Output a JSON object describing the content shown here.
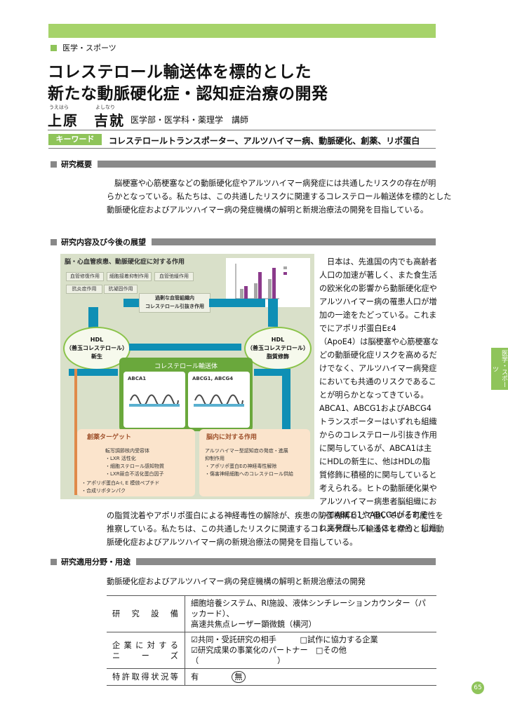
{
  "category": "医学・スポーツ",
  "title": {
    "line1": "コレステロール輸送体を標的とした",
    "line2": "新たな動脈硬化症・認知症治療の開発"
  },
  "author": {
    "ruby_family": "うえはら",
    "ruby_given": "よしなり",
    "name": "上原　吉就",
    "affiliation": "医学部・医学科・薬理学　講師"
  },
  "keyword": {
    "label": "キーワード",
    "text": "コレステロールトランスポーター、アルツハイマー病、動脈硬化、創薬、リポ蛋白"
  },
  "sections": {
    "overview": {
      "heading": "研究概要",
      "lines": [
        "脳梗塞や心筋梗塞などの動脈硬化症やアルツハイマー病発症には共通したリスクの存在が明",
        "らかとなっている。私たちは、この共通したリスクに関連するコレステロール輸送体を標的とした",
        "動脈硬化症およびアルツハイマー病の発症機構の解明と新規治療法の開発を目指している。"
      ]
    },
    "details": {
      "heading": "研究内容及び今後の展望",
      "side_lines": [
        "日本は、先進国の内でも高齢者",
        "人口の加速が著しく、また食生活",
        "の欧米化の影響から動脈硬化症や",
        "アルツハイマー病の罹患人口が増",
        "加の一途をたどっている。これま",
        "でにアポリポ蛋白Eε4",
        "（ApoE4）は脳梗塞や心筋梗塞な",
        "どの動脈硬化症リスクを高めるだ",
        "けでなく、アルツハイマー病発症",
        "においても共通のリスクであるこ",
        "とが明らかとなってきている。",
        "ABCA1、ABCG1およびABCG4",
        "トランスポーターはいずれも組織",
        "からのコレステロール引抜き作用",
        "に関与しているが、ABCA1は主",
        "にHDLの新生に、他はHDLの脂",
        "質修飾に積極的に関与していると",
        "考えられる。ヒトの動脈硬化巣や",
        "アルツハイマー病患者脳組織にお",
        "いてABCG1やABCG4がそれぞ",
        "れ高発現していることから、組織"
      ],
      "full_lines": [
        "の脂質沈着やアポリポ蛋白による神経毒性の解除が、疾患の防御機構として働いている可能性を",
        "推察している。私たちは、この共通したリスクに関連するコレステロール輸送体を標的とした動",
        "脈硬化症およびアルツハイマー病の新規治療法の開発を目指している。"
      ]
    },
    "application": {
      "heading": "研究適用分野・用途",
      "text": "動脈硬化症およびアルツハイマー病の発症機構の解明と新規治療法の開発"
    }
  },
  "figure": {
    "header": "脳・心血管疾患、動脈硬化症に対する作用",
    "boxes": [
      "血管修復作用",
      "細胞接着抑制作用",
      "血管弛緩作用",
      "抗炎症作用",
      "抗凝固作用",
      "過剰な血管組織内\nコレステロール引抜き作用"
    ],
    "hdl_left": "HDL\n（善玉コレステロール）\n新生",
    "hdl_right": "HDL\n（善玉コレステロール）\n脂質修飾",
    "transporter_caption": "コレステロール輸送体",
    "abca1": "ABCA1",
    "abcg": "ABCG1, ABCG4",
    "drug_title": "創薬ターゲット",
    "drug_text": "転写調節核内受容体\n・LXR 活性化\n・細胞ステロール感知物質\n・LXR競合不活化蛋白因子",
    "drug_text2": "・アポリポ蛋白A-I, E 模倣ペプチド\n・合成リポタンパク",
    "brain_title": "脳内に対する作用",
    "brain_text": "アルツハイマー型認知症の発症・進展\n抑制作用\n・アポリポ蛋白Eの神経毒性解除\n・傷害神経細胞へのコレステロール供給"
  },
  "table": {
    "rows": [
      {
        "label": "研究設備",
        "value_lines": [
          "細胞培養システム、RI施設、液体シンチレーションカウンター（パッカード）、",
          "高速共焦点レーザー顕微鏡（横河）"
        ]
      },
      {
        "label_lines": [
          "企業に対する",
          "ニーズ"
        ],
        "value_lines": [
          "☑共同・受託研究の相手　　　□試作に協力する企業",
          "☑研究成果の事業化のパートナー　□その他（　　　　　　　　　　）"
        ]
      },
      {
        "label": "特許取得状況等",
        "value_a": "有",
        "value_b": "無"
      }
    ]
  },
  "side_tab": "医学・スポーツ",
  "page_number": "65",
  "colors": {
    "accent": "#8fc45a",
    "bar": "#a6d36a",
    "arrow": "#0f8fb5"
  }
}
